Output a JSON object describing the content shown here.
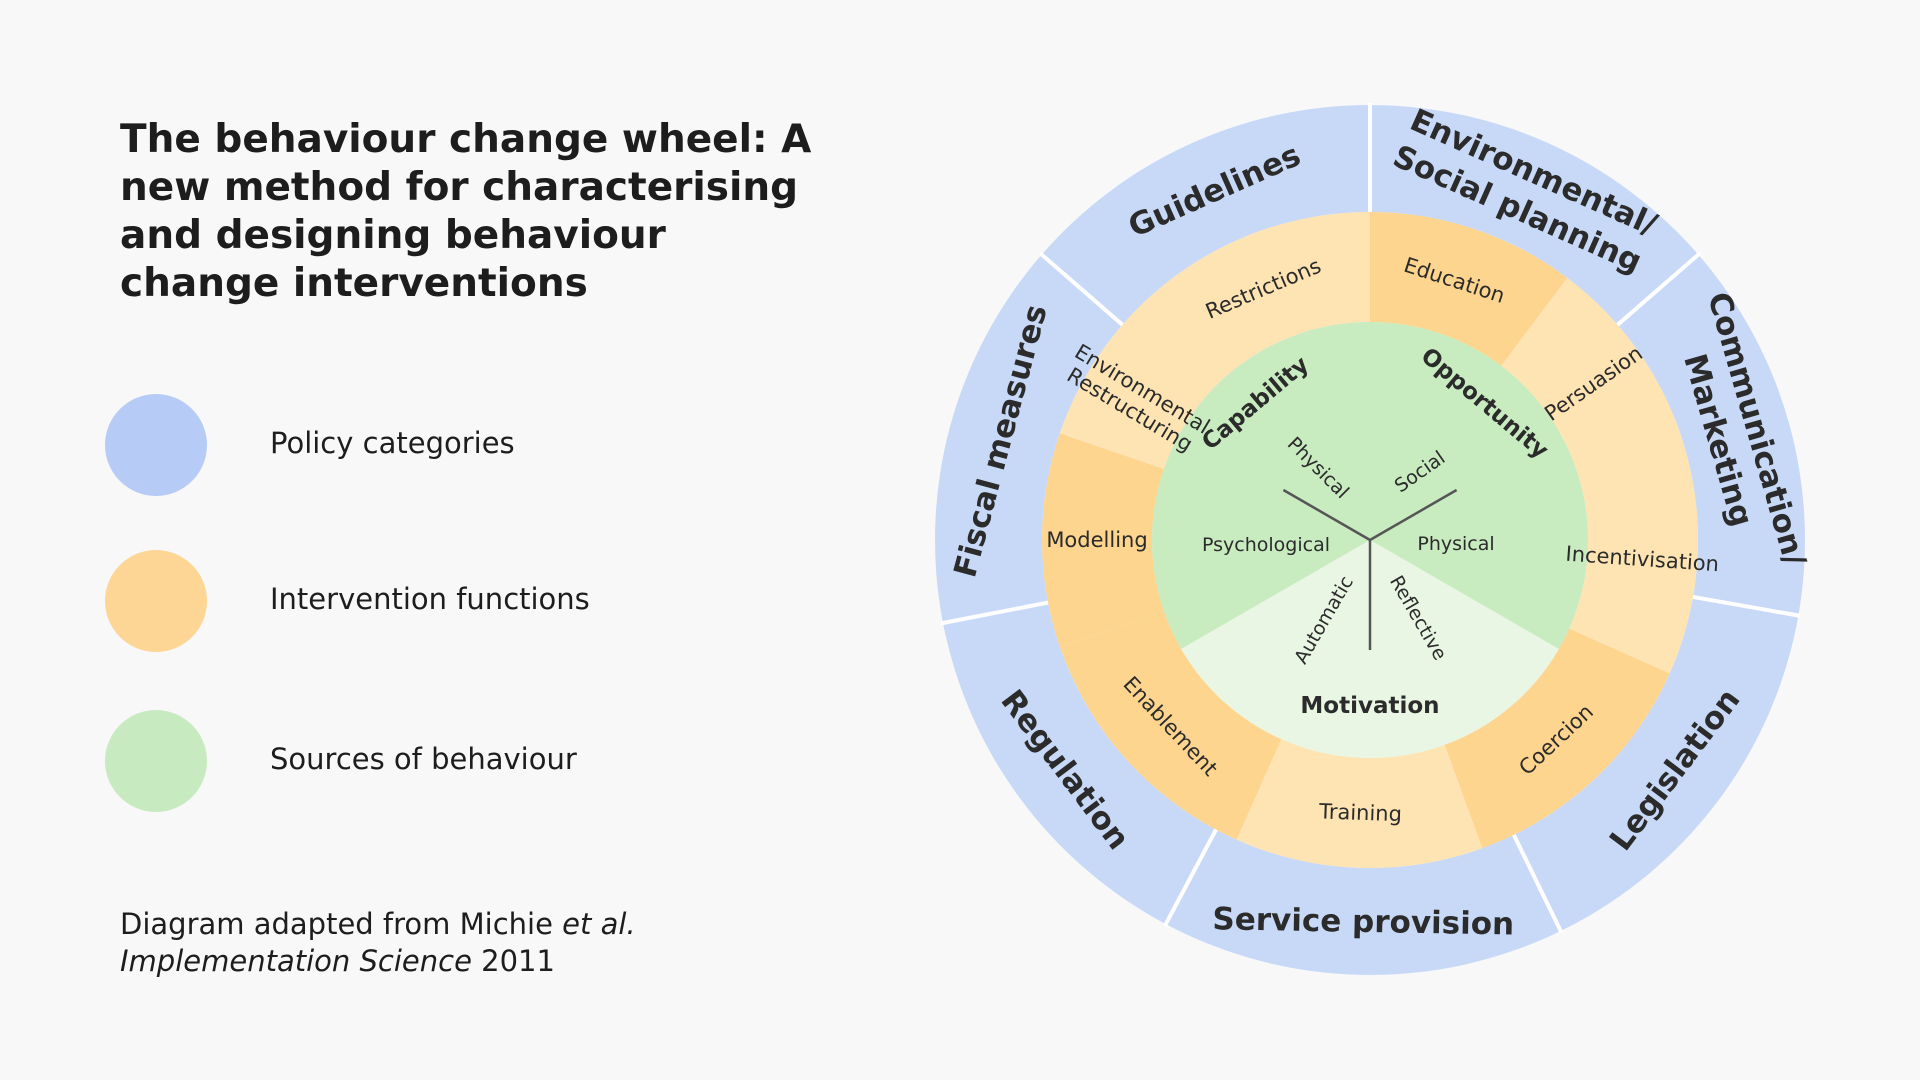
{
  "title": "The behaviour change wheel: A new method for characterising and designing behaviour change interventions",
  "legend": [
    {
      "label": "Policy categories",
      "color": "#b6cbf5"
    },
    {
      "label": "Intervention functions",
      "color": "#fdd594"
    },
    {
      "label": "Sources of behaviour",
      "color": "#c8eac0"
    }
  ],
  "credit": {
    "line1_prefix": "Diagram adapted from Michie ",
    "line1_italic": "et al.",
    "line2_italic": "Implementation Science",
    "line2_suffix": " 2011"
  },
  "colors": {
    "policy": "#c8d9f8",
    "function_dark": "#fdd58f",
    "function_light": "#fee3b3",
    "source_dark": "#c8ebc0",
    "source_light": "#e9f6e3",
    "divider": "#ffffff",
    "spoke": "#555555"
  },
  "policy_categories": [
    {
      "label": "Guidelines"
    },
    {
      "label": "Environmental/ Social planning",
      "lines": [
        "Environmental/",
        "Social planning"
      ]
    },
    {
      "label": "Communication/ Marketing",
      "lines": [
        "Communication/",
        "Marketing"
      ]
    },
    {
      "label": "Legislation"
    },
    {
      "label": "Service provision"
    },
    {
      "label": "Regulation"
    },
    {
      "label": "Fiscal measures"
    }
  ],
  "intervention_functions": [
    {
      "label": "Restrictions"
    },
    {
      "label": "Education"
    },
    {
      "label": "Persuasion"
    },
    {
      "label": "Incentivisation"
    },
    {
      "label": "Coercion"
    },
    {
      "label": "Training"
    },
    {
      "label": "Enablement"
    },
    {
      "label": "Modelling"
    },
    {
      "label": "Environmental Restructuring",
      "lines": [
        "Environmental",
        "Restructuring"
      ]
    }
  ],
  "sources_of_behaviour": [
    {
      "label": "Capability",
      "subs": [
        "Physical",
        "Psychological"
      ]
    },
    {
      "label": "Opportunity",
      "subs": [
        "Social",
        "Physical"
      ]
    },
    {
      "label": "Motivation",
      "subs": [
        "Automatic",
        "Reflective"
      ]
    }
  ]
}
